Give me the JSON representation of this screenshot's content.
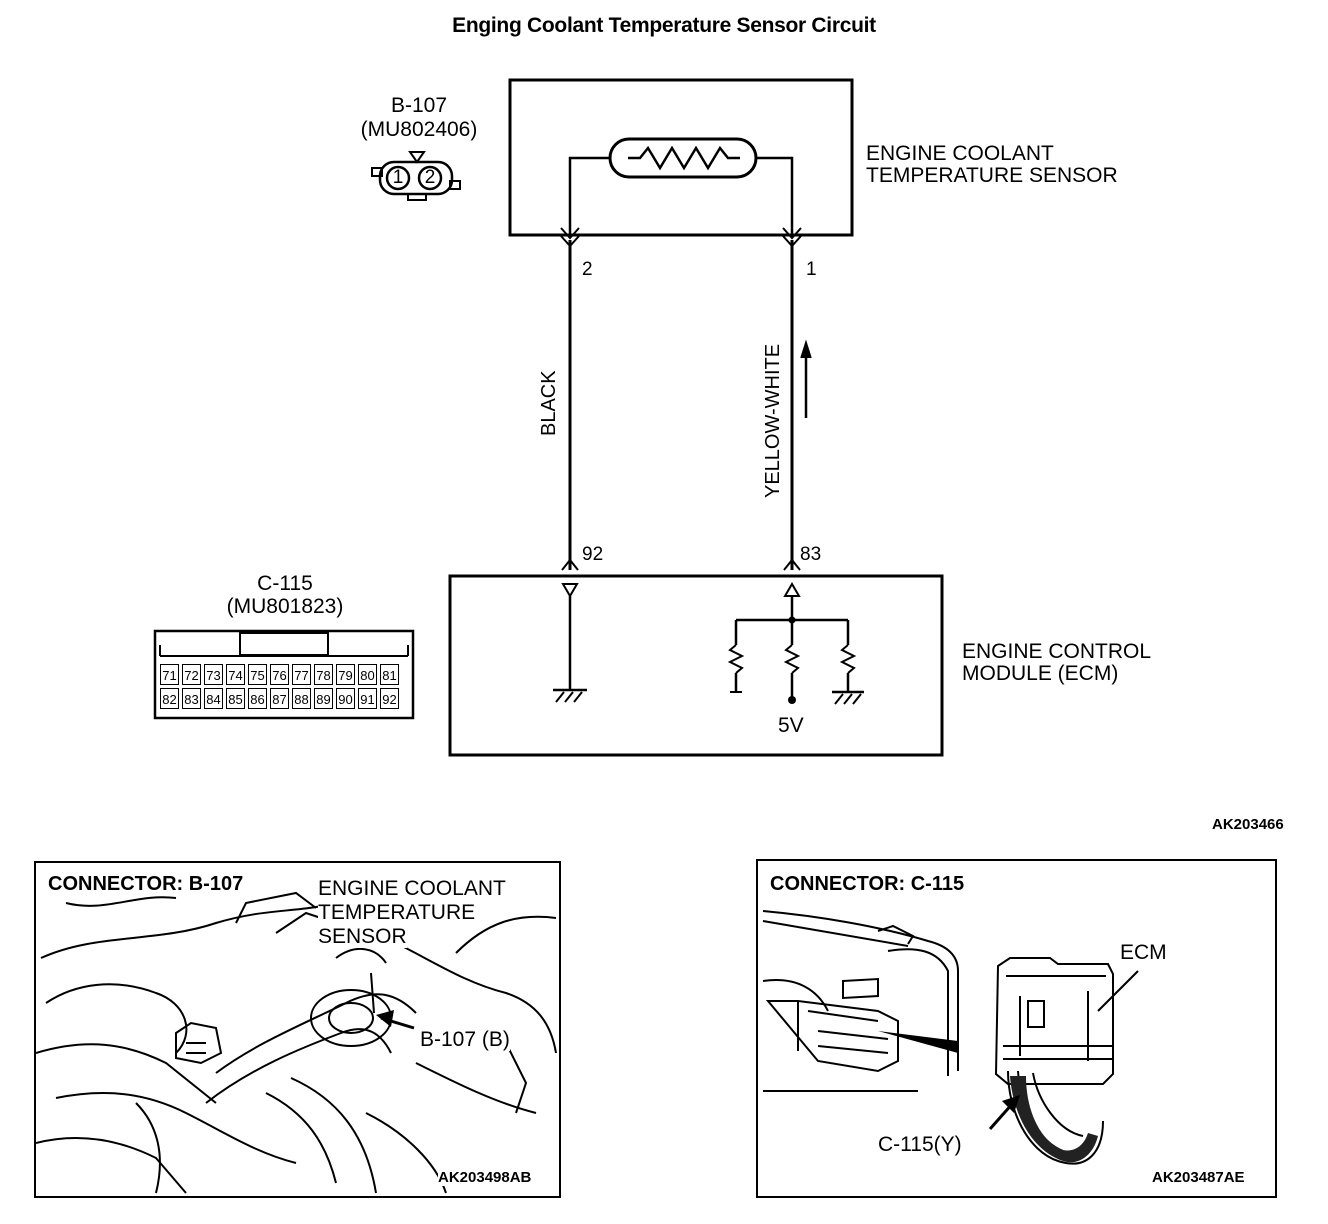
{
  "title": "Enging Coolant Temperature Sensor Circuit",
  "sensor_connector": {
    "id": "B-107",
    "part": "(MU802406)",
    "pins": [
      "1",
      "2"
    ]
  },
  "sensor_label": [
    "ENGINE COOLANT",
    "TEMPERATURE SENSOR"
  ],
  "wires": [
    {
      "color": "BLACK",
      "sensor_pin": "2",
      "ecm_pin": "92"
    },
    {
      "color": "YELLOW-WHITE",
      "sensor_pin": "1",
      "ecm_pin": "83"
    }
  ],
  "ecm_connector": {
    "id": "C-115",
    "part": "(MU801823)",
    "row1": [
      "71",
      "72",
      "73",
      "74",
      "75",
      "76",
      "77",
      "78",
      "79",
      "80",
      "81"
    ],
    "row2": [
      "82",
      "83",
      "84",
      "85",
      "86",
      "87",
      "88",
      "89",
      "90",
      "91",
      "92"
    ]
  },
  "ecm_label": [
    "ENGINE CONTROL",
    "MODULE (ECM)"
  ],
  "supply_voltage": "5V",
  "diagram_code": "AK203466",
  "photo_left": {
    "heading": "CONNECTOR: B-107",
    "callout": [
      "ENGINE COOLANT",
      "TEMPERATURE",
      "SENSOR"
    ],
    "pointer_label": "B-107 (B)",
    "code": "AK203498AB"
  },
  "photo_right": {
    "heading": "CONNECTOR: C-115",
    "callout": "ECM",
    "pointer_label": "C-115(Y)",
    "code": "AK203487AE"
  }
}
